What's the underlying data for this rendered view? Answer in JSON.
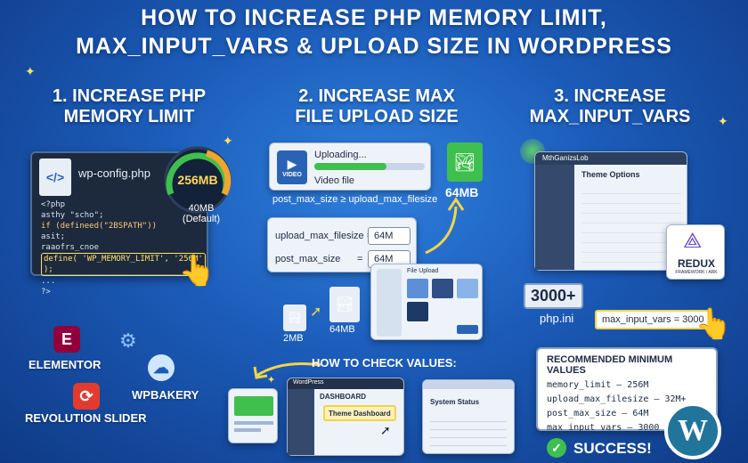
{
  "header": {
    "line1": "HOW TO INCREASE PHP MEMORY LIMIT,",
    "line2": "MAX_INPUT_VARS & UPLOAD SIZE IN WORDPRESS"
  },
  "col1": {
    "heading1": "1. INCREASE PHP",
    "heading2": "MEMORY LIMIT",
    "file_name": "wp-config.php",
    "gauge_value": "256MB",
    "default_value": "40MB",
    "default_label": "(Default)",
    "code_lines": [
      "<?php",
      "  asthy \"scho\";",
      "  if (defineed(\"2BSPATH\"))",
      "    asit;",
      "  raaofrs_cnoe",
      "  define( 'WP_MEMORY_LIMIT', '256M' );",
      "  ...",
      "?>"
    ]
  },
  "col2": {
    "heading1": "2. INCREASE MAX",
    "heading2": "FILE UPLOAD SIZE",
    "uploading": "Uploading...",
    "video_file": "Video file",
    "video_badge": "VIDEO",
    "rule": "post_max_size ≥ upload_max_filesize",
    "big_size": "64MB",
    "upload_label": "upload_max_filesize =",
    "upload_value": "64M",
    "post_label": "post_max_size",
    "post_eq": "=",
    "post_value": "64M",
    "small_size": "2MB",
    "mid_size": "64MB",
    "dialog_title": "File Upload"
  },
  "col3": {
    "heading1": "3. INCREASE",
    "heading2": "MAX_INPUT_VARS",
    "panel_brand": "MthGanizsLob",
    "panel_title": "Theme Options",
    "counter": "3000+",
    "ini_label": "php.ini",
    "ini_value": "max_input_vars = 3000",
    "redux_name": "REDUX",
    "redux_sub": "FRAMEWORK / ARK"
  },
  "plugins": {
    "elementor": "ELEMENTOR",
    "wpbakery": "WPBAKERY",
    "revslider": "REVOLUTION SLIDER"
  },
  "check": {
    "heading": "HOW TO CHECK VALUES:",
    "wp_brand": "WordPress",
    "dashboard": "DASHBOARD",
    "theme_dashboard": "Theme Dashboard",
    "system_status": "System Status"
  },
  "recommended": {
    "title": "RECOMMENDED MINIMUM VALUES",
    "items": [
      "memory_limit — 256M",
      "upload_max_filesize — 32M+",
      "post_max_size — 64M",
      "max_input_vars — 3000"
    ],
    "success": "SUCCESS!"
  },
  "colors": {
    "bg_center": "#2f7fdc",
    "bg_edge": "#0f3a86",
    "accent_yellow": "#f3d34a",
    "elementor": "#92003b",
    "revslider": "#e23b2e",
    "success_green": "#3fbf4e",
    "wordpress_blue": "#21759b"
  }
}
